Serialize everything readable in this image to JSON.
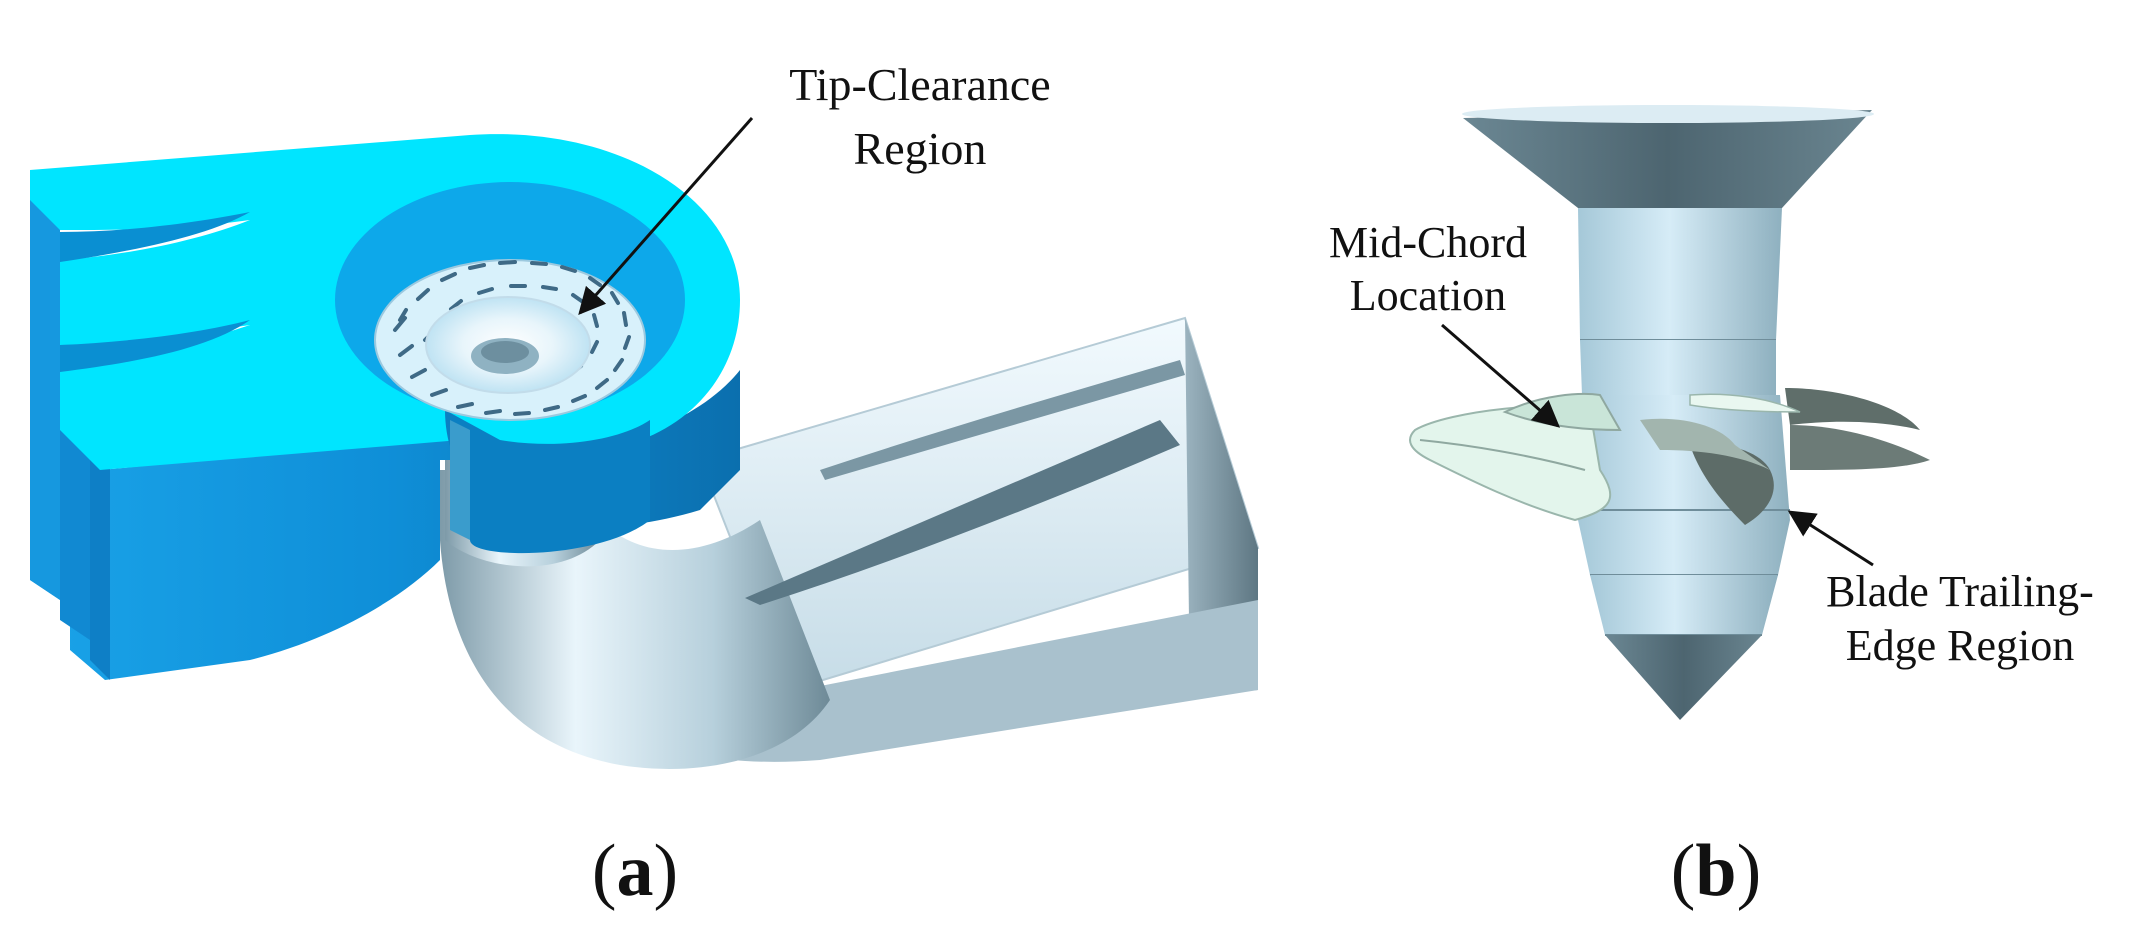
{
  "figure": {
    "panels": [
      {
        "label_open": "(",
        "label_letter": "a",
        "label_close": ")",
        "annotations": [
          {
            "lines": [
              "Tip-Clearance",
              "Region"
            ]
          }
        ]
      },
      {
        "label_open": "(",
        "label_letter": "b",
        "label_close": ")",
        "annotations": [
          {
            "lines": [
              "Mid-Chord",
              "Location"
            ]
          },
          {
            "lines": [
              "Blade Trailing-",
              "Edge Region"
            ]
          }
        ]
      }
    ],
    "colors": {
      "spiral_casing_top": "#00e5ff",
      "spiral_casing_side": "#0c8fd6",
      "runner_hub": "#b9dcec",
      "cone_dark": "#56707c",
      "blade_light": "#dff3ea",
      "blade_dark": "#5f6e6a",
      "draft_tube": "#dcecf5"
    }
  }
}
